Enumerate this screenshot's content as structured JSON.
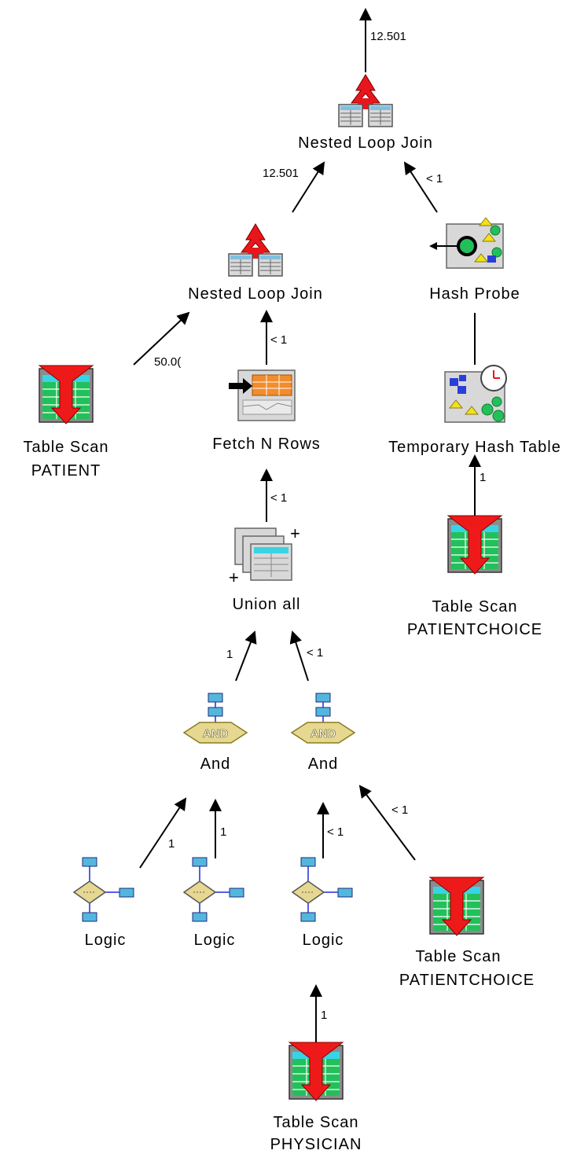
{
  "colors": {
    "join": "#e8161c",
    "table_green": "#22c05a",
    "table_cyan": "#39d3e6",
    "table_frame": "#7e7e7e",
    "scan_funnel": "#ee1a1a",
    "and_diamond": "#e6d890",
    "logic_box": "#53b7dd",
    "link_blue": "#1d2bd8"
  },
  "nodes": {
    "top_join": {
      "label": "Nested Loop Join",
      "icon": "nested-loop-join-icon"
    },
    "mid_join": {
      "label": "Nested Loop Join",
      "icon": "nested-loop-join-icon"
    },
    "hash_probe": {
      "label": "Hash Probe",
      "icon": "hash-probe-icon"
    },
    "scan_patient": {
      "label": "Table Scan",
      "table": "PATIENT",
      "icon": "table-scan-icon"
    },
    "fetch_rows": {
      "label": "Fetch N Rows",
      "icon": "fetch-rows-icon"
    },
    "temp_hash": {
      "label": "Temporary Hash Table",
      "icon": "temporary-hash-table-icon"
    },
    "union_all": {
      "label": "Union all",
      "icon": "union-all-icon"
    },
    "scan_choice_top": {
      "label": "Table Scan",
      "table": "PATIENTCHOICE",
      "icon": "table-scan-icon"
    },
    "and_left": {
      "label": "And",
      "icon": "and-icon"
    },
    "and_right": {
      "label": "And",
      "icon": "and-icon"
    },
    "logic_1": {
      "label": "Logic",
      "icon": "logic-icon"
    },
    "logic_2": {
      "label": "Logic",
      "icon": "logic-icon"
    },
    "logic_3": {
      "label": "Logic",
      "icon": "logic-icon"
    },
    "scan_choice_bottom": {
      "label": "Table Scan",
      "table": "PATIENTCHOICE",
      "icon": "table-scan-icon"
    },
    "scan_physician": {
      "label": "Table Scan",
      "table": "PHYSICIAN",
      "icon": "table-scan-icon"
    }
  },
  "edges": {
    "output": {
      "from": "top_join",
      "to": "output",
      "label": "12.501"
    },
    "mid_join_to_top": {
      "from": "mid_join",
      "to": "top_join",
      "label": "12.501"
    },
    "hash_probe_to_top": {
      "from": "hash_probe",
      "to": "top_join",
      "label": "< 1"
    },
    "patient_to_mid": {
      "from": "scan_patient",
      "to": "mid_join",
      "label": "50.0("
    },
    "fetch_to_mid": {
      "from": "fetch_rows",
      "to": "mid_join",
      "label": "< 1"
    },
    "temp_hash_to_probe": {
      "from": "temp_hash",
      "to": "hash_probe",
      "label": ""
    },
    "union_to_fetch": {
      "from": "union_all",
      "to": "fetch_rows",
      "label": "< 1"
    },
    "choice_to_temp_hash": {
      "from": "scan_choice_top",
      "to": "temp_hash",
      "label": "1"
    },
    "and_left_to_union": {
      "from": "and_left",
      "to": "union_all",
      "label": "1"
    },
    "and_right_to_union": {
      "from": "and_right",
      "to": "union_all",
      "label": "< 1"
    },
    "logic1_to_and": {
      "from": "logic_1",
      "to": "and_left",
      "label": "1"
    },
    "logic2_to_and": {
      "from": "logic_2",
      "to": "and_left",
      "label": "1"
    },
    "logic3_to_and": {
      "from": "logic_3",
      "to": "and_right",
      "label": "< 1"
    },
    "choice_bottom_to_and": {
      "from": "scan_choice_bottom",
      "to": "and_right",
      "label": "< 1"
    },
    "physician_to_logic3": {
      "from": "scan_physician",
      "to": "logic_3",
      "label": "1"
    }
  }
}
